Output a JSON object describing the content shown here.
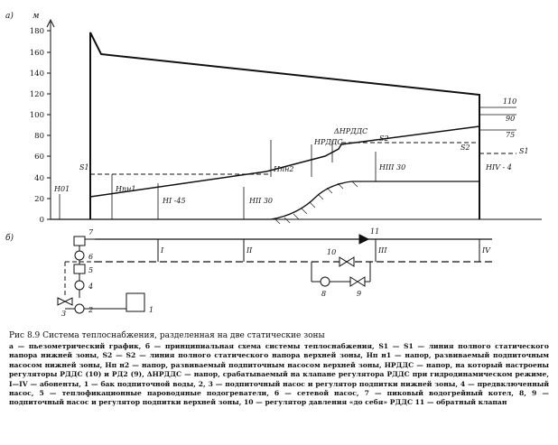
{
  "figure": {
    "panel_a_label": "а)",
    "panel_b_label": "б)",
    "y_unit": "м",
    "y_ticks": [
      "180",
      "160",
      "140",
      "120",
      "100",
      "80",
      "60",
      "40",
      "20",
      "0"
    ],
    "graph_labels": {
      "h01": "Н01",
      "s1": "S1",
      "hpn1": "Нпн1",
      "hi": "НI -45",
      "hii": "НII 30",
      "hpn2": "Нпн2",
      "hrdds": "НРДДС",
      "dhrdds": "ΔНРДДС",
      "s2": "S2",
      "hiii": "НIII 30",
      "s2_right": "S2",
      "hiv": "НIV - 4",
      "lev110": "110",
      "lev90": "90",
      "lev75": "75",
      "s1_right": "S1"
    },
    "schematic_labels": {
      "n1": "1",
      "n2": "2",
      "n3": "3",
      "n4": "4",
      "n5": "5",
      "n6": "6",
      "n7": "7",
      "n8": "8",
      "n9": "9",
      "n10": "10",
      "n11": "11",
      "sub_i": "I",
      "sub_ii": "II",
      "sub_iii": "III",
      "sub_iv": "IV"
    }
  },
  "caption": {
    "title": "Рис 8.9 Система теплоснабжения, разделенная на две статические зоны",
    "body": "а — пьезометрический график, б — принципиальная схема системы теплоснабжения, S1 — S1 — линия полного статического напора нижней зоны, S2 — S2 — линия полного статического напора верхней зоны, Нп н1 — напор, развиваемый подпиточным насосом нижней зоны, Нп н2 — напор, развиваемый подпиточным насосом верхней зоны, НРДДС — напор, на который настроены регуляторы РДДС (10) и РД2 (9), ΔНРДДС — напор, срабатываемый на клапане регулятора РДДС при гидродинамическом режиме, I—IV — абоненты, 1 — бак подпиточной воды, 2, 3 — подпиточный насос и регулятор подпитки нижней зоны, 4 — предвключенный насос, 5 — теплофикационные пароводяные подогреватели, 6 — сетевой насос, 7 — пиковый водогрейный котел, 8, 9 — подпиточный насос и регулятор подпитки верхней зоны, 10 — регулятор давления «до себя» РДДС 11 — обратный клапан"
  }
}
